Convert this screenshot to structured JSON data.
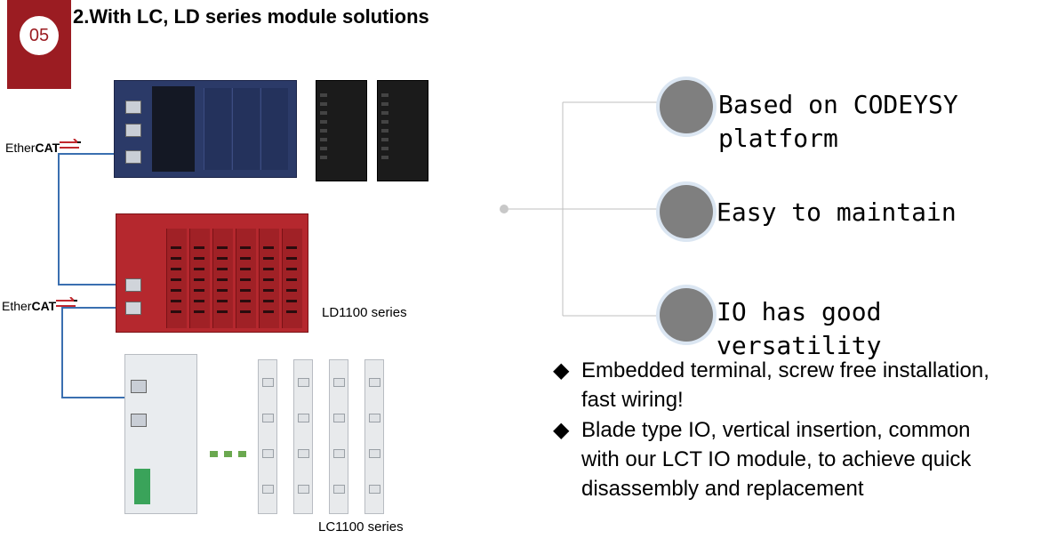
{
  "header": {
    "badge": "05",
    "title": "2.With LC, LD series module solutions"
  },
  "left": {
    "ethercat_top": {
      "pre": "Ether",
      "bold": "CAT"
    },
    "ethercat_mid": {
      "pre": "Ether",
      "bold": "CAT"
    },
    "ld_caption": "LD1100 series",
    "lc_caption": "LC1100 series"
  },
  "features": [
    {
      "line1": "Based on CODEYSY",
      "line2": "platform"
    },
    {
      "line1": "Easy to maintain"
    },
    {
      "line1": "IO has good versatility"
    }
  ],
  "bullets": [
    {
      "mark": "◆",
      "line1": "Embedded terminal, screw free installation,",
      "line2": "fast wiring!"
    },
    {
      "mark": "◆",
      "line1": "Blade type IO, vertical insertion, common",
      "line2": "with our LCT IO module, to achieve quick",
      "line3": "disassembly and replacement"
    }
  ],
  "colors": {
    "accent": "#9b1c22",
    "feature_dot": "#7f7f7f",
    "cable": "#3a6fb0"
  }
}
